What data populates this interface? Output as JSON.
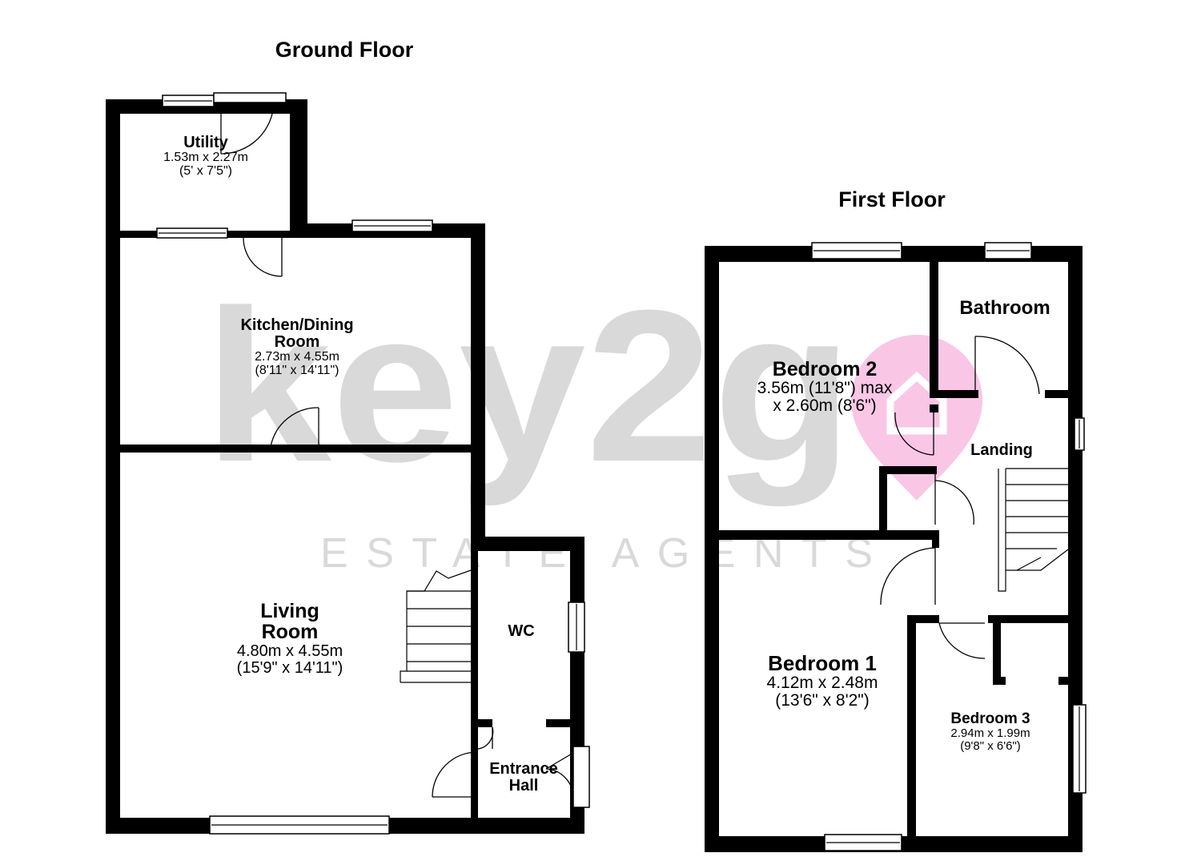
{
  "floors": {
    "ground": {
      "title": "Ground Floor",
      "rooms": {
        "utility": {
          "name": "Utility",
          "dim_metric": "1.53m x 2.27m",
          "dim_imperial": "(5' x 7'5\")"
        },
        "kitchen": {
          "name_line1": "Kitchen/Dining",
          "name_line2": "Room",
          "dim_metric": "2.73m x 4.55m",
          "dim_imperial": "(8'11\" x 14'11\")"
        },
        "living": {
          "name_line1": "Living",
          "name_line2": "Room",
          "dim_metric": "4.80m x 4.55m",
          "dim_imperial": "(15'9\" x 14'11\")"
        },
        "wc": {
          "name": "WC"
        },
        "entrance": {
          "name_line1": "Entrance",
          "name_line2": "Hall"
        }
      }
    },
    "first": {
      "title": "First Floor",
      "rooms": {
        "bathroom": {
          "name": "Bathroom"
        },
        "bedroom2": {
          "name": "Bedroom 2",
          "dim_line1": "3.56m (11'8\") max",
          "dim_line2": "x 2.60m (8'6\")"
        },
        "landing": {
          "name": "Landing"
        },
        "bedroom1": {
          "name": "Bedroom 1",
          "dim_metric": "4.12m x 2.48m",
          "dim_imperial": "(13'6\" x 8'2\")"
        },
        "bedroom3": {
          "name": "Bedroom 3",
          "dim_metric": "2.94m x 1.99m",
          "dim_imperial": "(9'8\" x 6'6\")"
        }
      }
    }
  },
  "watermark": {
    "brand": "key2g",
    "subtitle": "ESTATE AGENTS",
    "color": "#d9d9d9",
    "pin_color": "#f9c6e6"
  }
}
